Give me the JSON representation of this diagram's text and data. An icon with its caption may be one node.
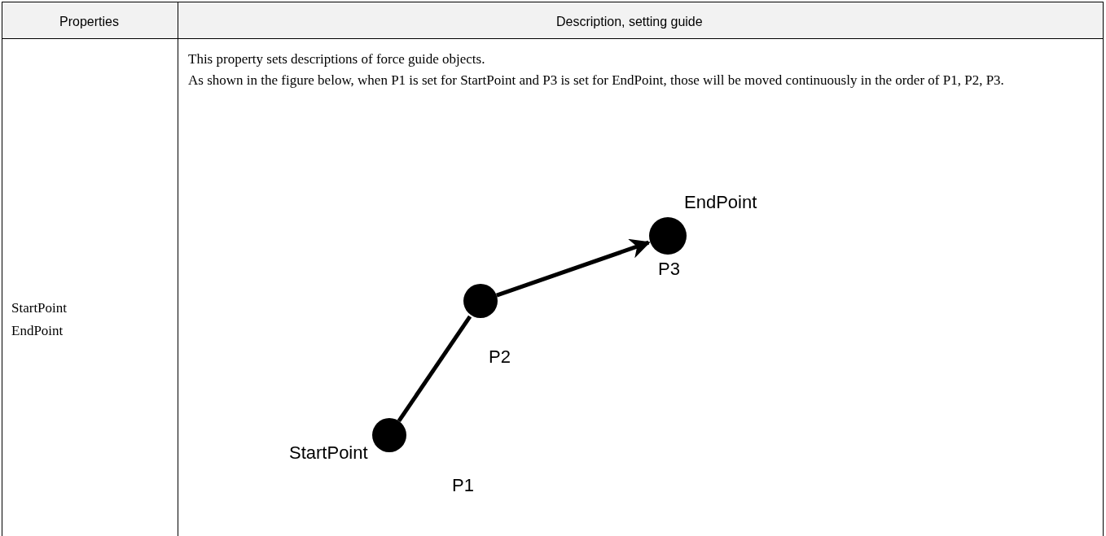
{
  "diagram": {
    "nodes": [
      {
        "text": [],
        "shape": "circle",
        "beside": [
          "StartPoint",
          "P1"
        ]
      },
      {
        "text": [],
        "shape": "circle",
        "beside": [
          "P2"
        ]
      },
      {
        "text": [],
        "shape": "circle",
        "beside": [
          "EndPoint",
          "P3"
        ]
      }
    ],
    "edges": [
      {
        "from": 0,
        "to": 1,
        "arrow": "none"
      },
      {
        "from": 1,
        "to": 2,
        "arrow": "to"
      }
    ],
    "labels": [
      "Properties",
      "Description, setting guide",
      "StartPoint",
      "EndPoint",
      "This property sets descriptions of force guide objects.",
      "As shown in the figure below, when P1 is set for StartPoint and P3 is set for EndPoint, those will be moved continuously in the order of P1, P2, P3."
    ]
  }
}
